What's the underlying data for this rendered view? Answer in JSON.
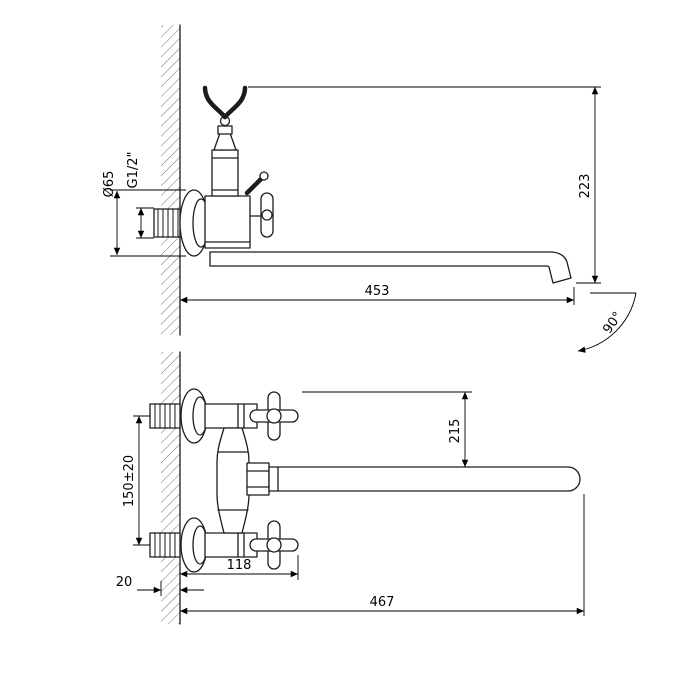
{
  "drawing": {
    "colors": {
      "line": "#1c1c1c",
      "background": "#ffffff"
    },
    "dims": {
      "flange_diameter": "Ø65",
      "thread": "G1/2\"",
      "height": "223",
      "reach_side": "453",
      "swivel": "90°",
      "axis": "215",
      "centers": "150±20",
      "wall": "20",
      "width": "118",
      "reach_front": "467"
    }
  }
}
